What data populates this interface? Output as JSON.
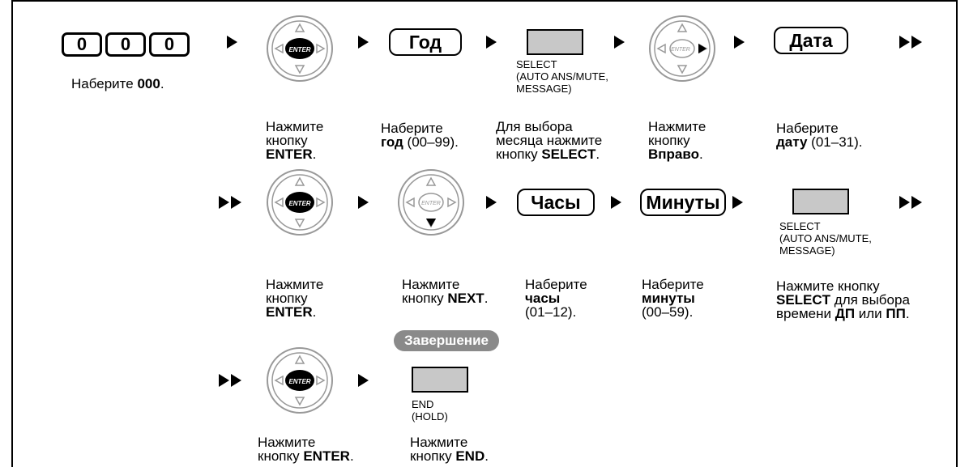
{
  "digits": [
    "0",
    "0",
    "0"
  ],
  "enter_label": "ENTER",
  "keys": {
    "year": "Год",
    "date": "Дата",
    "hours": "Часы",
    "minutes": "Минуты"
  },
  "select_button": {
    "line1": "SELECT",
    "line2": "(AUTO ANS/MUTE,",
    "line3": "MESSAGE)"
  },
  "end_button": {
    "line1": "END",
    "line2": "(HOLD)"
  },
  "completion_label": "Завершение",
  "captions": {
    "dial_000": {
      "pre": "Наберите ",
      "bold": "000",
      "post": "."
    },
    "r1_enter": {
      "l1": "Нажмите",
      "l2": "кнопку",
      "bold": "ENTER",
      "post": "."
    },
    "r1_year": {
      "l1": "Наберите",
      "bold": "год",
      "post": " (00–99)."
    },
    "r1_select": {
      "l1": "Для выбора",
      "l2": "месяца нажмите",
      "l3pre": "кнопку ",
      "bold": "SELECT",
      "post": "."
    },
    "r1_right": {
      "l1": "Нажмите",
      "l2": "кнопку",
      "bold": "Вправо",
      "post": "."
    },
    "r1_date": {
      "l1": "Наберите",
      "bold": "дату",
      "post": " (01–31)."
    },
    "r2_enter": {
      "l1": "Нажмите",
      "l2": "кнопку",
      "bold": "ENTER",
      "post": "."
    },
    "r2_next": {
      "l1": "Нажмите",
      "l2pre": "кнопку ",
      "bold": "NEXT",
      "post": "."
    },
    "r2_hours": {
      "l1": "Наберите",
      "bold": "часы",
      "l3": "(01–12)."
    },
    "r2_minutes": {
      "l1": "Наберите",
      "bold": "минуты",
      "l3": "(00–59)."
    },
    "r2_select": {
      "l1": "Нажмите кнопку",
      "bold1": "SELECT",
      "l2post": " для выбора",
      "l3pre": "времени ",
      "bold2": "ДП",
      "mid": " или ",
      "bold3": "ПП",
      "post": "."
    },
    "r3_enter": {
      "l1": "Нажмите",
      "l2pre": "кнопку ",
      "bold": "ENTER",
      "post": "."
    },
    "r3_end": {
      "l1": "Нажмите",
      "l2pre": "кнопку ",
      "bold": "END",
      "post": "."
    }
  }
}
